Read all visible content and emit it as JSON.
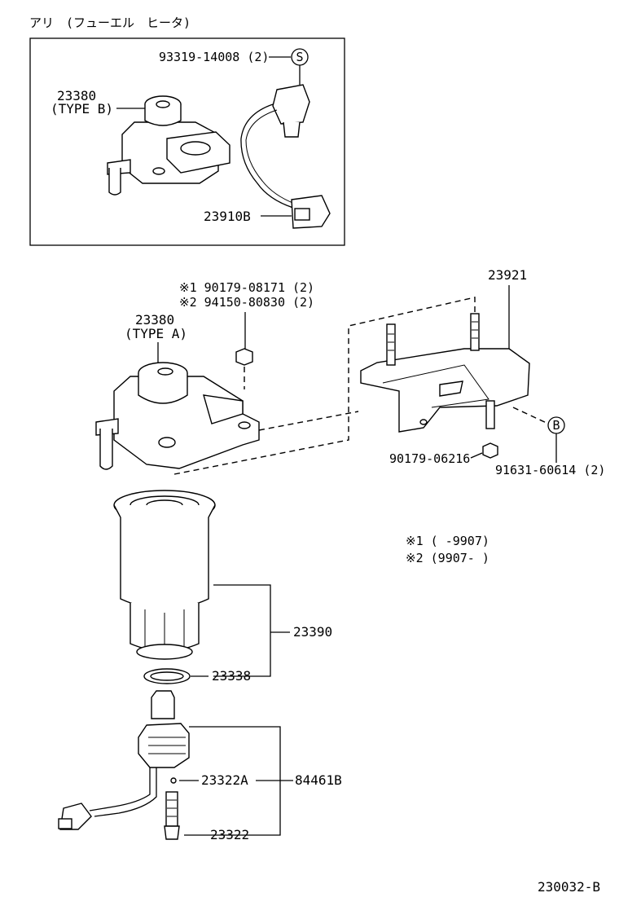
{
  "header": {
    "title": "アリ　(フューエル　ヒータ)"
  },
  "callouts": {
    "s_marker": "S",
    "b_marker": "B",
    "p_93319": "93319-14008 (2)",
    "p_23380_b": "23380",
    "p_23380_b_type": "(TYPE  B)",
    "p_23910b": "23910B",
    "p_note1": "※1 90179-08171 (2)",
    "p_note2": "※2 94150-80830 (2)",
    "p_23921": "23921",
    "p_23380_a": "23380",
    "p_23380_a_type": "(TYPE  A)",
    "p_90179_06216": "90179-06216",
    "p_91631": "91631-60614 (2)",
    "p_23390": "23390",
    "p_23338": "23338",
    "p_23322a": "23322A",
    "p_84461b": "84461B",
    "p_23322": "23322"
  },
  "legend": {
    "row1": "※1 (      -9907)",
    "row2": "※2 (9907-      )"
  },
  "footer": {
    "diagram_id": "230032-B"
  }
}
